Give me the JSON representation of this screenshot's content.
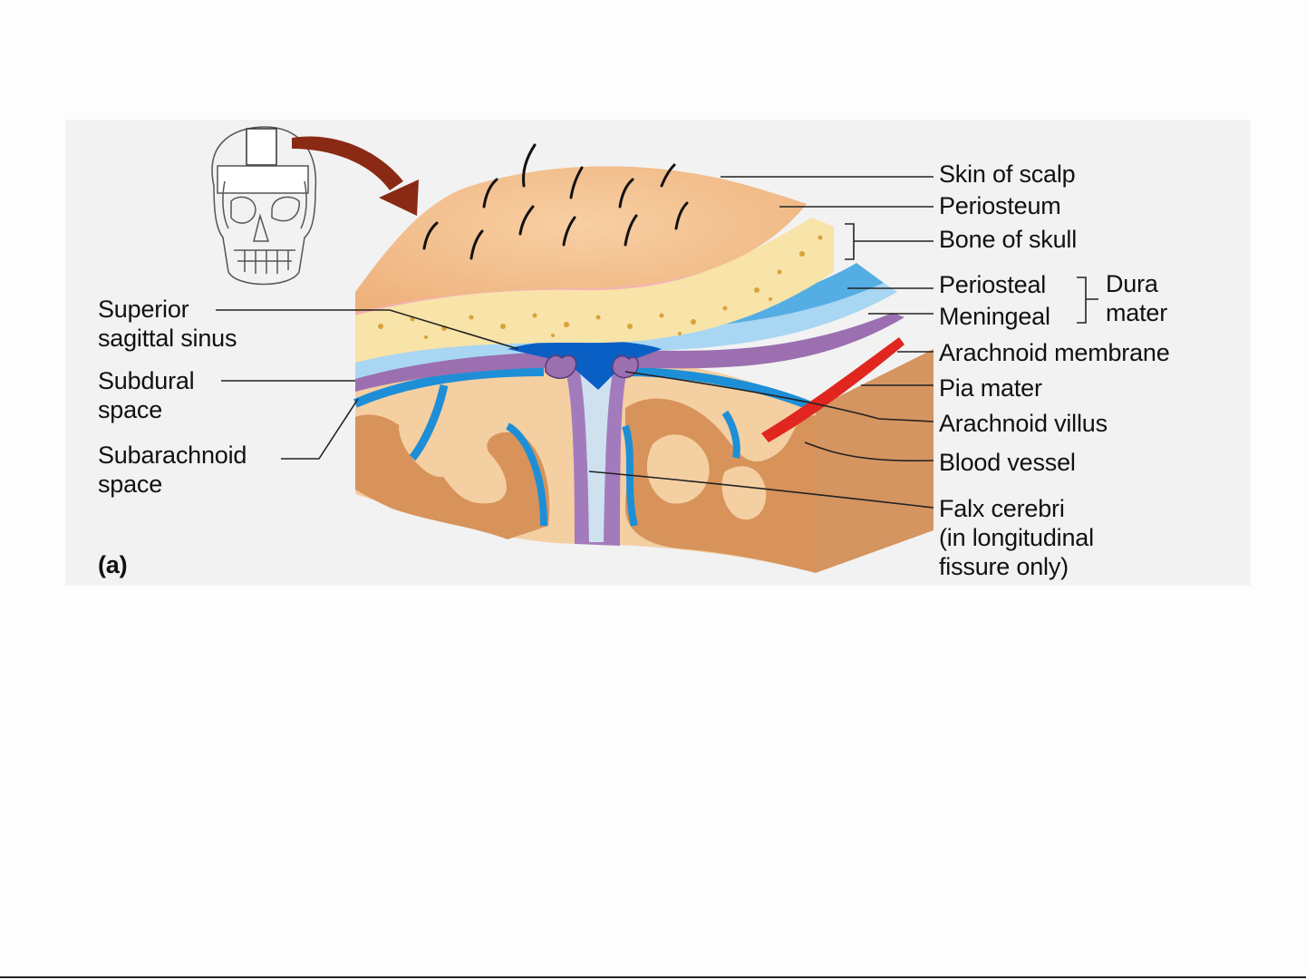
{
  "labels": {
    "skin_of_scalp": "Skin of scalp",
    "periosteum": "Periosteum",
    "bone_of_skull": "Bone of skull",
    "periosteal": "Periosteal",
    "meningeal": "Meningeal",
    "dura": "Dura",
    "mater": "mater",
    "arachnoid_membrane": "Arachnoid membrane",
    "pia_mater": "Pia mater",
    "arachnoid_villus": "Arachnoid villus",
    "blood_vessel": "Blood vessel",
    "falx_cerebri": "Falx cerebri",
    "falx_note_1": "(in longitudinal",
    "falx_note_2": "fissure only)",
    "superior": "Superior",
    "sagittal_sinus": "sagittal sinus",
    "subdural": "Subdural",
    "subdural_space": "space",
    "subarachnoid": "Subarachnoid",
    "subarachnoid_space": "space",
    "panel_letter": "(a)"
  },
  "colors": {
    "skin": "#f4c08f",
    "periosteum": "#f4b3b3",
    "bone": "#f8e3a8",
    "dura": "#5ab4e6",
    "arachnoid": "#9b6fb0",
    "brain": "#f3c79b",
    "gray_matter": "#d9955f",
    "sinus": "#0a5fc4",
    "vessel": "#e0261f",
    "arrow": "#8a2a14"
  }
}
